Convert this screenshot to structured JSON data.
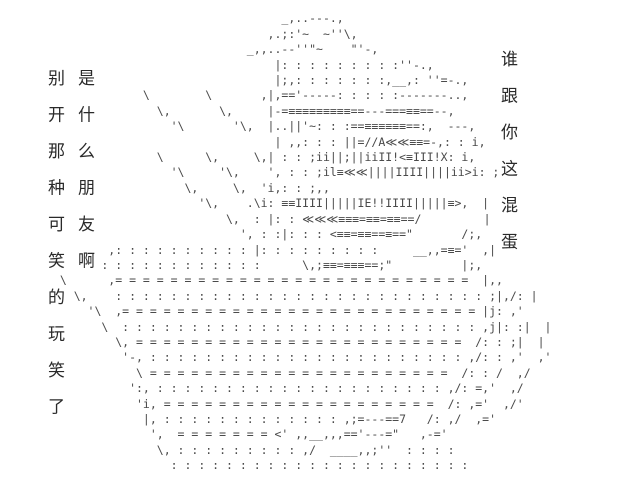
{
  "page": {
    "background_color": "#ffffff",
    "art_color": "#4a4a4a",
    "caption_color": "#2a2a2a"
  },
  "captions": {
    "left_outer": "别开那种可笑的玩笑了",
    "left_inner": "是什么朋友啊",
    "right": "谁跟你这混蛋"
  },
  "ascii_art": {
    "lines": [
      "",
      "                                  _,..---.,",
      "                                ,.;:'~  ~''\\,",
      "                             _,,..--''\"~    \"'-,",
      "                                 |: : : : : : : : :''-.,",
      "                                 |;,: : : : : : :,__,: ''=-.,",
      "              \\        \\       ,|,=='-----: : : : :-------..,",
      "                \\,       \\,     |-=≡≡≡≡≡≡≡≡≡==---===≡≡==--,",
      "                  '\\       '\\,  |..||'~: : :==≡≡≡≡≡≡==:,  ---,",
      "                                 | ,,: : : ||=//A≪≪≡≡=-,: : i,",
      "                \\      \\,     \\,| : : ;ii||;||iiII!<≡III!X: i,",
      "                  '\\     '\\,    ', : : ;il≡≪≪||||IIII||||ii>i: ;",
      "                    \\,     \\,  'i,: : ;,,",
      "                      '\\,    .\\i: ≡≡IIII|||||IE!!IIII|||||≡>,  |",
      "                          \\,  : |: : ≪≪≪≡≡≡=≡≡=≡≡==/         |",
      "                            ', : :|: : : <≡≡=≡≡==≡==\"       /;,",
      "         ,: : : : : : : : : : |: : : : : : : : :     __,,=≡='  ,|",
      "        : : : : : : : : : : : :      \\,;≡≡=≡≡≡==;\"          |;,",
      "  \\      ,= = = = = = = = = = = = = = = = = = = = = = = = = =  |,,",
      "    \\,    : : : : : : : : : : : : : : : : : : : : : : : : : : : ;|,/: |",
      "      '\\  ,= = = = = = = = = = = = = = = = = = = = = = = = = = |j: ,'",
      "        \\  : : : : : : : : : : : : : : : : : : : : : : : : : : ,j|: :|  |",
      "          \\, = = = = = = = = = = = = = = = = = = = = = = = =  /: : ;|  |",
      "           '-, : : : : : : : : : : : : : : : : : : : : : : : ,/: : ,'  ,'",
      "             \\ = = = = = = = = = = = = = = = = = = = = = =  /: : /  ,/",
      "            ':, : : : : : : : : : : : : : : : : : : : : : ,/: =,'  ,/",
      "             'i, = = = = = = = = = = = = = = = = = = = =  /: ,='  ,/'",
      "              |, : : : : : : : : : : : : : ,;=---==7   /: ,/  ,='",
      "               ',  = = = = = = = <' ,,__,,,=='---=\"   ,-='",
      "                \\, : : : : : : : : : ,/  ____,,;''  : : : :",
      "                  : : : : : : : : : : : : : : : : : : : : : :"
    ]
  }
}
